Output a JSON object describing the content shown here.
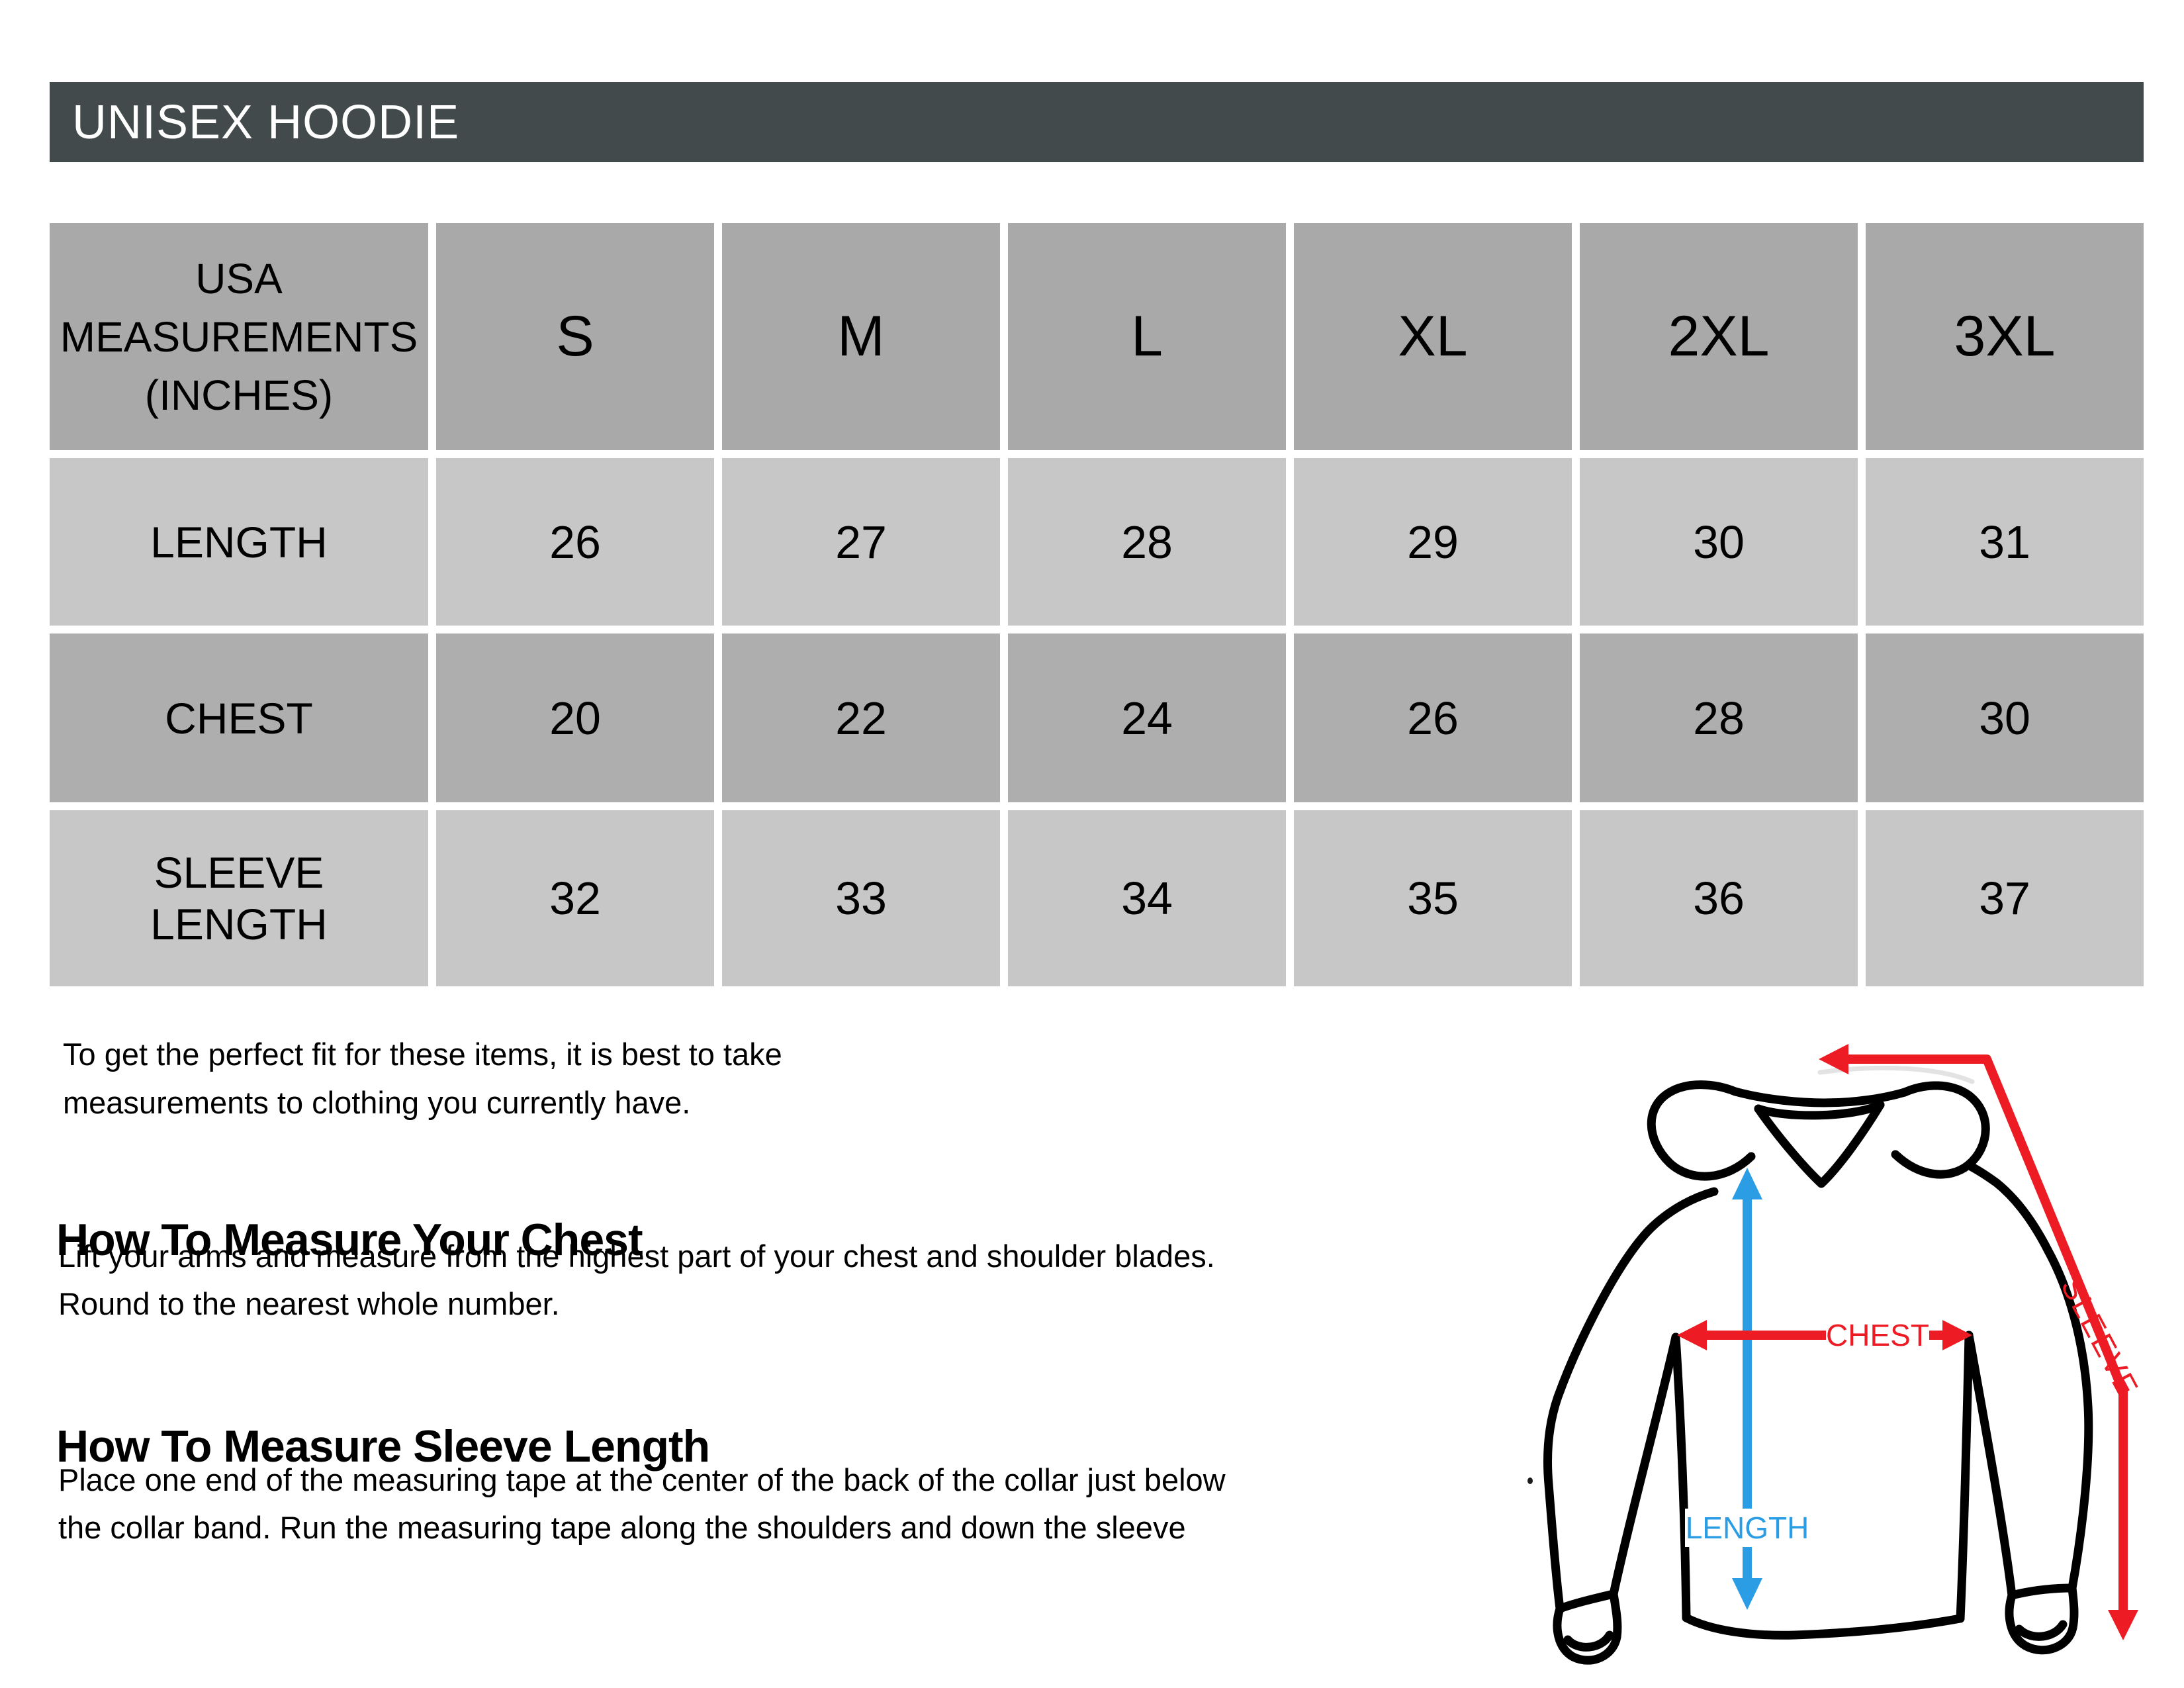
{
  "title": "UNISEX HOODIE",
  "title_bar": {
    "bg": "#424a4b",
    "text_color": "#ffffff"
  },
  "size_chart": {
    "corner_lines": [
      "USA",
      "MEASUREMENTS",
      "(INCHES)"
    ],
    "columns": [
      "S",
      "M",
      "L",
      "XL",
      "2XL",
      "3XL"
    ],
    "rows": [
      {
        "label": "LENGTH",
        "values": [
          "26",
          "27",
          "28",
          "29",
          "30",
          "31"
        ]
      },
      {
        "label": "CHEST",
        "values": [
          "20",
          "22",
          "24",
          "26",
          "28",
          "30"
        ]
      },
      {
        "label": "SLEEVE LENGTH",
        "values": [
          "32",
          "33",
          "34",
          "35",
          "36",
          "37"
        ]
      }
    ],
    "header_bg": "#a9a9a9",
    "row_light_bg": "#c7c7c7",
    "row_mid_bg": "#aeaeae"
  },
  "notes": {
    "fit_lines": [
      "To get the perfect fit for these items, it is best to take",
      "measurements to clothing you currently have."
    ],
    "chest_heading": "How To Measure Your Chest",
    "chest_lines": [
      "Lift your arms and measure from the highest part of your chest and shoulder blades.",
      "Round to the nearest whole number."
    ],
    "sleeve_heading": "How To Measure Sleeve Length",
    "sleeve_lines": [
      "Place one end of the measuring tape at the center of the back of the collar just below",
      "the collar band. Run the measuring tape along the shoulders and down the sleeve"
    ]
  },
  "diagram": {
    "chest_label": "CHEST",
    "sleeve_label": "SLEEVE",
    "length_label": "LENGTH",
    "red": "#ed1c24",
    "blue": "#2b9de4",
    "outline": "#000000"
  }
}
